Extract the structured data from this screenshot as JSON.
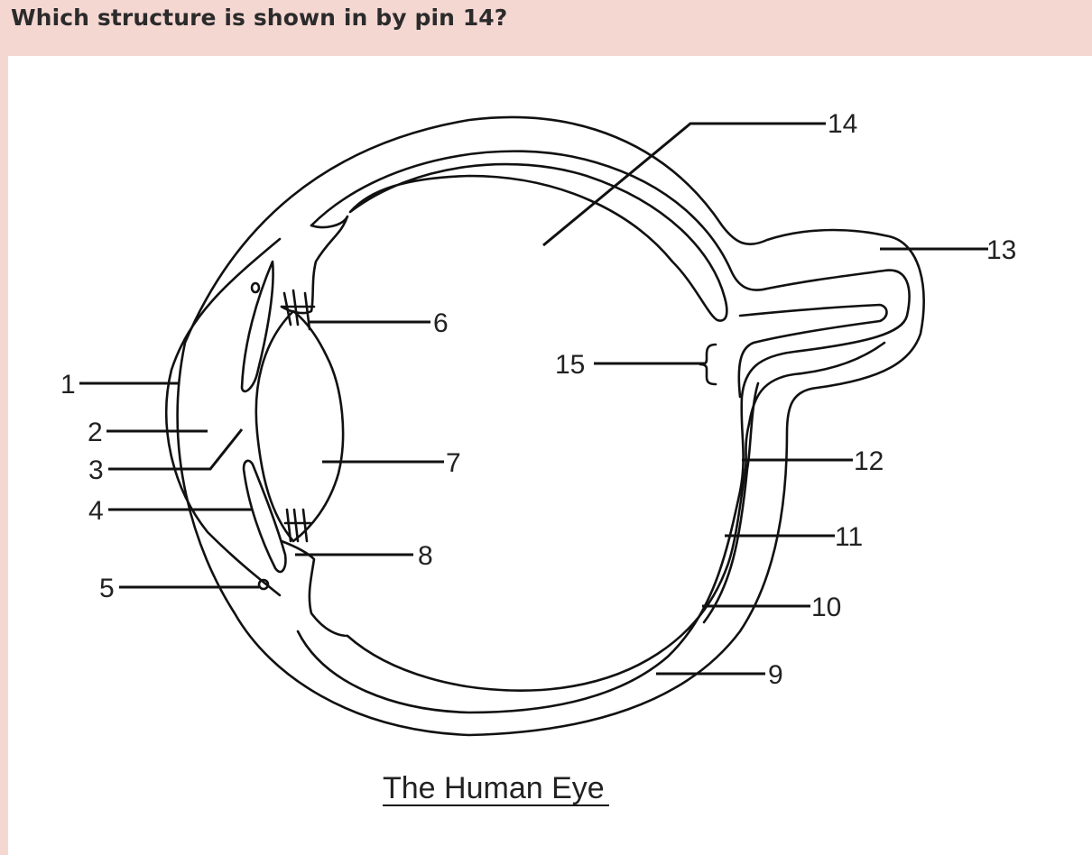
{
  "question": {
    "text": "Which structure is shown in by pin 14?"
  },
  "diagram": {
    "caption": "The Human Eye",
    "pins": [
      {
        "id": "pin-1",
        "label": "1"
      },
      {
        "id": "pin-2",
        "label": "2"
      },
      {
        "id": "pin-3",
        "label": "3"
      },
      {
        "id": "pin-4",
        "label": "4"
      },
      {
        "id": "pin-5",
        "label": "5"
      },
      {
        "id": "pin-6",
        "label": "6"
      },
      {
        "id": "pin-7",
        "label": "7"
      },
      {
        "id": "pin-8",
        "label": "8"
      },
      {
        "id": "pin-9",
        "label": "9"
      },
      {
        "id": "pin-10",
        "label": "10"
      },
      {
        "id": "pin-11",
        "label": "11"
      },
      {
        "id": "pin-12",
        "label": "12"
      },
      {
        "id": "pin-13",
        "label": "13"
      },
      {
        "id": "pin-14",
        "label": "14"
      },
      {
        "id": "pin-15",
        "label": "15"
      }
    ]
  },
  "colors": {
    "header_background": "#f5d7d2",
    "panel_background": "#ffffff",
    "ink": "#111111"
  }
}
